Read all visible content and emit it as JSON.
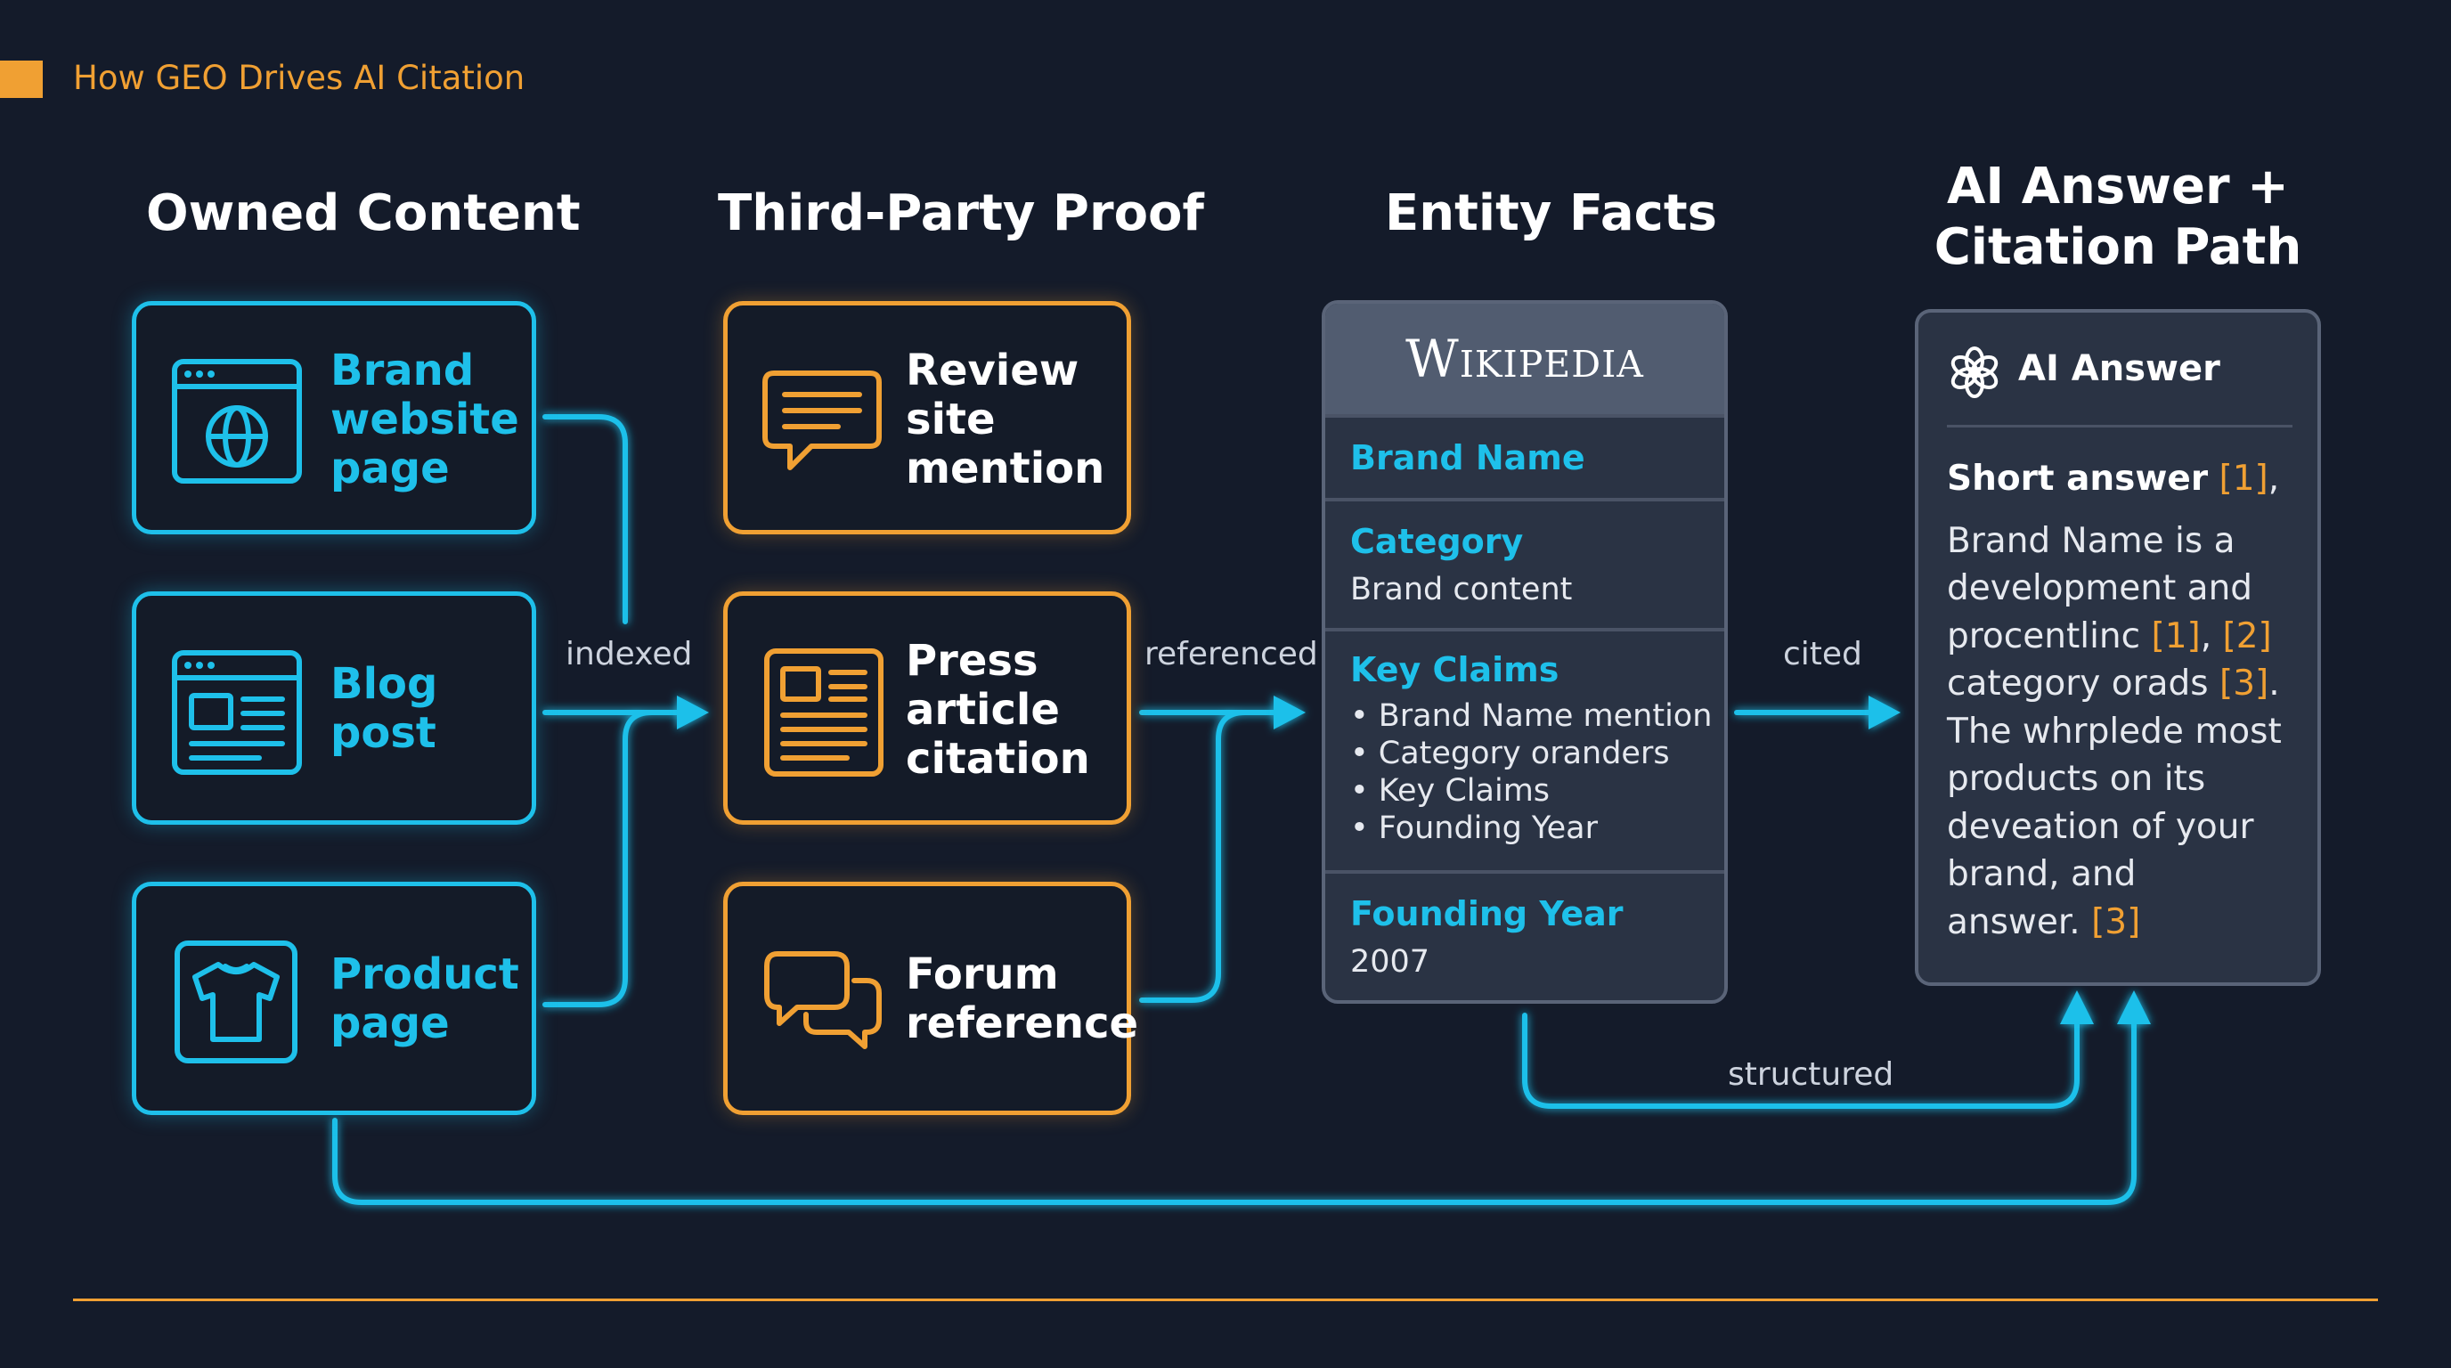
{
  "header": {
    "title": "How GEO Drives AI Citation",
    "accent_color": "#f0a033"
  },
  "columns": [
    {
      "id": "owned",
      "title": "Owned Content"
    },
    {
      "id": "third_party",
      "title": "Third-Party Proof"
    },
    {
      "id": "entity",
      "title": "Entity Facts"
    },
    {
      "id": "answer",
      "title": "AI Answer +\nCitation Path"
    }
  ],
  "owned_content": [
    {
      "label": "Brand\nwebsite\npage",
      "icon": "browser-globe-icon"
    },
    {
      "label": "Blog\npost",
      "icon": "blog-layout-icon"
    },
    {
      "label": "Product\npage",
      "icon": "tshirt-icon"
    }
  ],
  "third_party_proof": [
    {
      "label": "Review\nsite\nmention",
      "icon": "chat-bubble-icon"
    },
    {
      "label": "Press\narticle\ncitation",
      "icon": "newspaper-icon"
    },
    {
      "label": "Forum\nreference",
      "icon": "forum-bubbles-icon"
    }
  ],
  "edges": {
    "indexed": "indexed",
    "referenced": "referenced",
    "cited": "cited",
    "structured": "structured"
  },
  "wikipedia": {
    "brand": "Wikipedia",
    "fields": {
      "brand_name": {
        "key": "Brand Name"
      },
      "category": {
        "key": "Category",
        "value": "Brand content"
      },
      "key_claims": {
        "key": "Key Claims",
        "bullets": [
          "Brand Name mention",
          "Category oranders",
          "Key Claims",
          "Founding Year"
        ]
      },
      "founding_year": {
        "key": "Founding Year",
        "value": "2007"
      }
    }
  },
  "ai_answer": {
    "title": "AI Answer",
    "icon": "openai-logo-icon",
    "short_answer": "Short answer",
    "c1": "[1]",
    "c2": "[2]",
    "c3": "[3]",
    "line1": "Brand Name is a",
    "line2": "development and",
    "line3": "procentlinc",
    "line4": "category orads",
    "line5": "The whrplede most",
    "line6": "products on its",
    "line7": "deveation of your",
    "line8": "brand, and",
    "line9": "answer."
  },
  "colors": {
    "background": "#141b2a",
    "blue": "#1ec0ea",
    "orange": "#f0a033",
    "card": "#2a3344"
  }
}
